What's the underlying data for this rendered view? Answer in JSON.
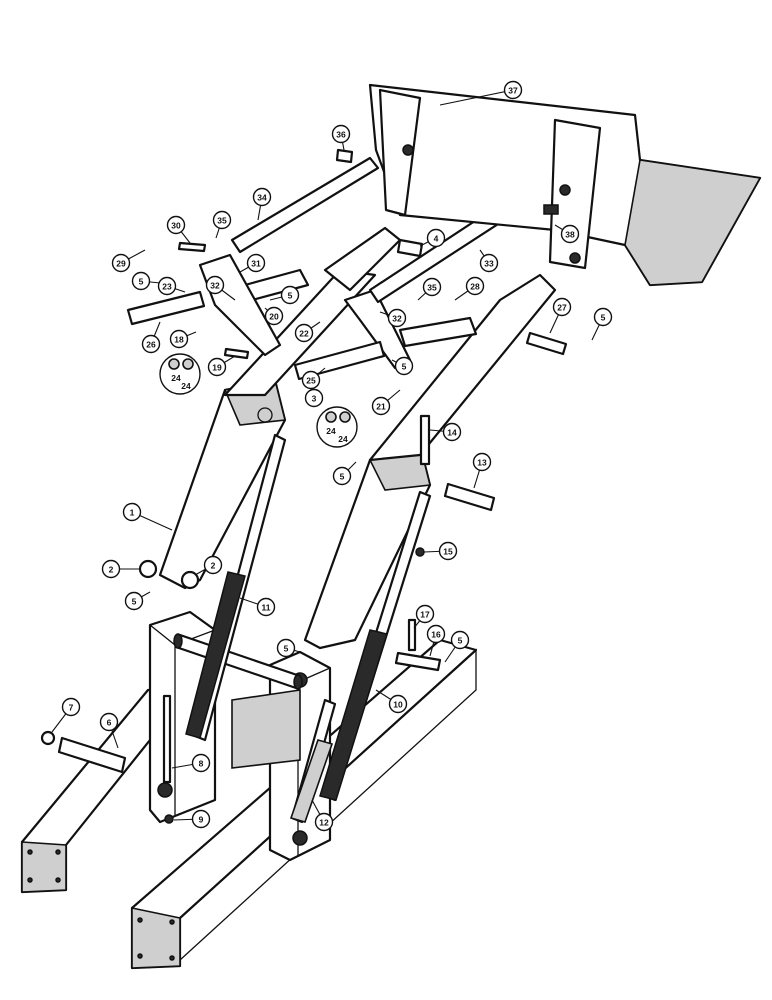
{
  "callouts": [
    {
      "label": "1"
    },
    {
      "label": "2"
    },
    {
      "label": "2"
    },
    {
      "label": "3"
    },
    {
      "label": "4"
    },
    {
      "label": "5"
    },
    {
      "label": "5"
    },
    {
      "label": "5"
    },
    {
      "label": "5"
    },
    {
      "label": "5"
    },
    {
      "label": "5"
    },
    {
      "label": "5"
    },
    {
      "label": "5"
    },
    {
      "label": "6"
    },
    {
      "label": "7"
    },
    {
      "label": "8"
    },
    {
      "label": "9"
    },
    {
      "label": "10"
    },
    {
      "label": "11"
    },
    {
      "label": "12"
    },
    {
      "label": "13"
    },
    {
      "label": "14"
    },
    {
      "label": "15"
    },
    {
      "label": "16"
    },
    {
      "label": "17"
    },
    {
      "label": "18"
    },
    {
      "label": "19"
    },
    {
      "label": "20"
    },
    {
      "label": "21"
    },
    {
      "label": "22"
    },
    {
      "label": "23"
    },
    {
      "label": "25"
    },
    {
      "label": "26"
    },
    {
      "label": "27"
    },
    {
      "label": "28"
    },
    {
      "label": "29"
    },
    {
      "label": "30"
    },
    {
      "label": "31"
    },
    {
      "label": "32"
    },
    {
      "label": "32"
    },
    {
      "label": "33"
    },
    {
      "label": "34"
    },
    {
      "label": "35"
    },
    {
      "label": "35"
    },
    {
      "label": "36"
    },
    {
      "label": "37"
    },
    {
      "label": "38"
    }
  ],
  "detail_insets": [
    {
      "labels": [
        "24",
        "24"
      ]
    },
    {
      "labels": [
        "24",
        "24"
      ]
    }
  ]
}
